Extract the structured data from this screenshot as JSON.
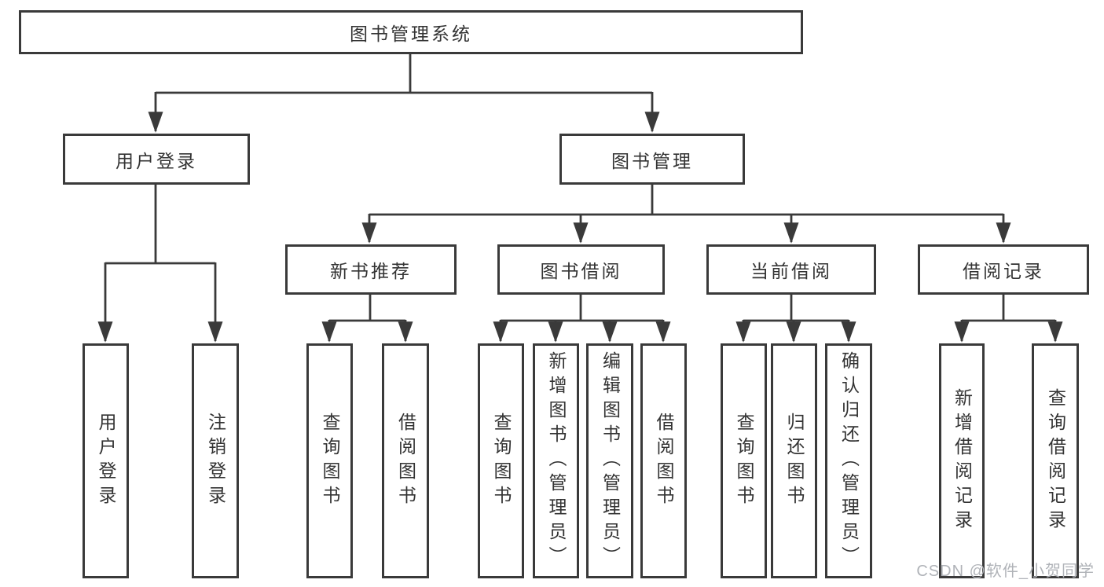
{
  "colors": {
    "line": "#3a3a3a",
    "box_border": "#3a3a3a",
    "text": "#333333",
    "watermark": "#b0b3b8",
    "background": "#ffffff"
  },
  "root": {
    "label": "图书管理系统"
  },
  "user_branch": {
    "label": "用户登录",
    "children": [
      {
        "label": "用户登录"
      },
      {
        "label": "注销登录"
      }
    ]
  },
  "book_branch": {
    "label": "图书管理",
    "groups": [
      {
        "label": "新书推荐",
        "children": [
          {
            "label": "查询图书"
          },
          {
            "label": "借阅图书"
          }
        ]
      },
      {
        "label": "图书借阅",
        "children": [
          {
            "label": "查询图书"
          },
          {
            "label": "新增图书（管理员）"
          },
          {
            "label": "编辑图书（管理员）"
          },
          {
            "label": "借阅图书"
          }
        ]
      },
      {
        "label": "当前借阅",
        "children": [
          {
            "label": "查询图书"
          },
          {
            "label": "归还图书"
          },
          {
            "label": "确认归还（管理员）"
          }
        ]
      },
      {
        "label": "借阅记录",
        "children": [
          {
            "label": "新增借阅记录"
          },
          {
            "label": "查询借阅记录"
          }
        ]
      }
    ]
  },
  "watermark": {
    "text": "CSDN @软件_小贺同学"
  }
}
